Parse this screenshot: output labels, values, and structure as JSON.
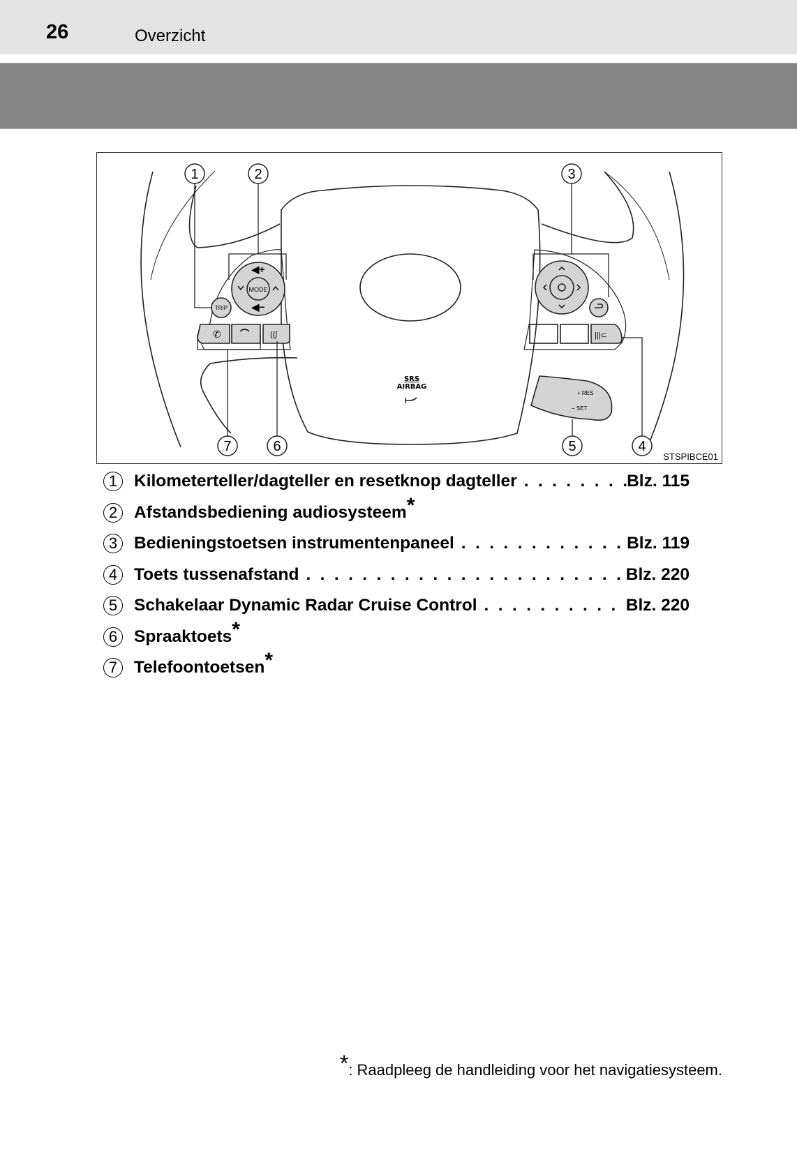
{
  "header": {
    "page_number": "26",
    "section": "Overzicht"
  },
  "figure": {
    "code": "STSPIBCE01",
    "callouts": [
      "1",
      "2",
      "3",
      "4",
      "5",
      "6",
      "7"
    ],
    "labels": {
      "trip": "TRIP",
      "mode": "MODE",
      "srs": "SRS",
      "airbag": "AIRBAG",
      "res": "+ RES",
      "set": "− SET"
    }
  },
  "items": [
    {
      "num": "1",
      "label": "Kilometerteller/dagteller en resetknop dagteller",
      "ref": "Blz. 115"
    },
    {
      "num": "2",
      "label": "Afstandsbediening audiosysteem",
      "star": "*"
    },
    {
      "num": "3",
      "label": "Bedieningstoetsen instrumentenpaneel",
      "ref": "Blz. 119"
    },
    {
      "num": "4",
      "label": "Toets tussenafstand",
      "ref": "Blz. 220"
    },
    {
      "num": "5",
      "label": "Schakelaar Dynamic Radar Cruise Control",
      "ref": "Blz. 220"
    },
    {
      "num": "6",
      "label": "Spraaktoets",
      "star": "*"
    },
    {
      "num": "7",
      "label": "Telefoontoetsen",
      "star": "*"
    }
  ],
  "footnote": {
    "star": "*",
    "text": ": Raadpleeg de handleiding voor het navigatiesysteem."
  }
}
